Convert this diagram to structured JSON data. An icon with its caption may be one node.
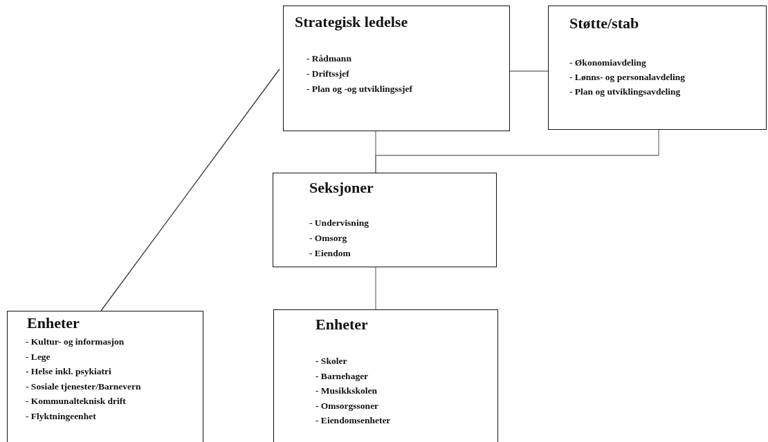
{
  "diagram": {
    "nodes": [
      {
        "text": [
          "Strategisk ledelse",
          "- Rådmann",
          "- Driftssjef",
          "- Plan og -og utviklingssjef"
        ]
      },
      {
        "text": [
          "Støtte/stab",
          "- Økonomiavdeling",
          "- Lønns- og personalavdeling",
          "- Plan og utviklingsavdeling"
        ]
      },
      {
        "text": [
          "Seksjoner",
          "- Undervisning",
          "- Omsorg",
          "- Eiendom"
        ]
      },
      {
        "text": [
          "Enheter",
          "- Kultur- og informasjon",
          "- Lege",
          "- Helse inkl. psykiatri",
          "- Sosiale tjenester/Barnevern",
          "- Kommunalteknisk drift",
          "- Flyktningeenhet"
        ]
      },
      {
        "text": [
          "Enheter",
          "- Skoler",
          "- Barnehager",
          "- Musikkskolen",
          "- Omsorgssoner",
          "- Eiendomsenheter"
        ]
      }
    ],
    "edges": [
      {
        "from": 0,
        "to": 1,
        "arrow": "none"
      },
      {
        "from": 0,
        "to": 2,
        "arrow": "none"
      },
      {
        "from": 1,
        "to": 2,
        "arrow": "none"
      },
      {
        "from": 2,
        "to": 4,
        "arrow": "none"
      },
      {
        "from": 0,
        "to": 3,
        "arrow": "none"
      }
    ]
  }
}
